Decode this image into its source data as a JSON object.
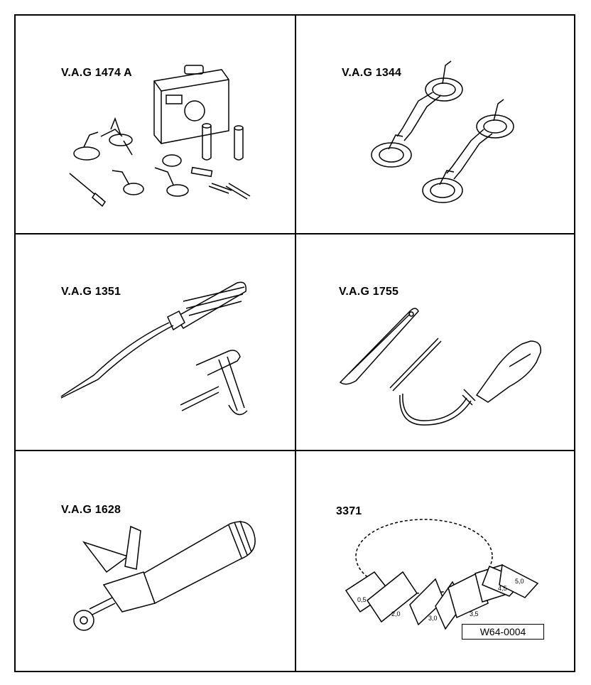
{
  "figure_ref": "W64-0004",
  "tools": [
    {
      "label": "V.A.G 1474 A",
      "icon": "tool-case-set-icon"
    },
    {
      "label": "V.A.G 1344",
      "icon": "suction-lifter-pair-icon"
    },
    {
      "label": "V.A.G 1351",
      "icon": "awl-and-t-handle-icon"
    },
    {
      "label": "V.A.G 1755",
      "icon": "wedge-wire-handle-icon"
    },
    {
      "label": "V.A.G 1628",
      "icon": "cartridge-gun-icon"
    },
    {
      "label": "3371",
      "icon": "spacer-gauge-ring-icon"
    }
  ]
}
